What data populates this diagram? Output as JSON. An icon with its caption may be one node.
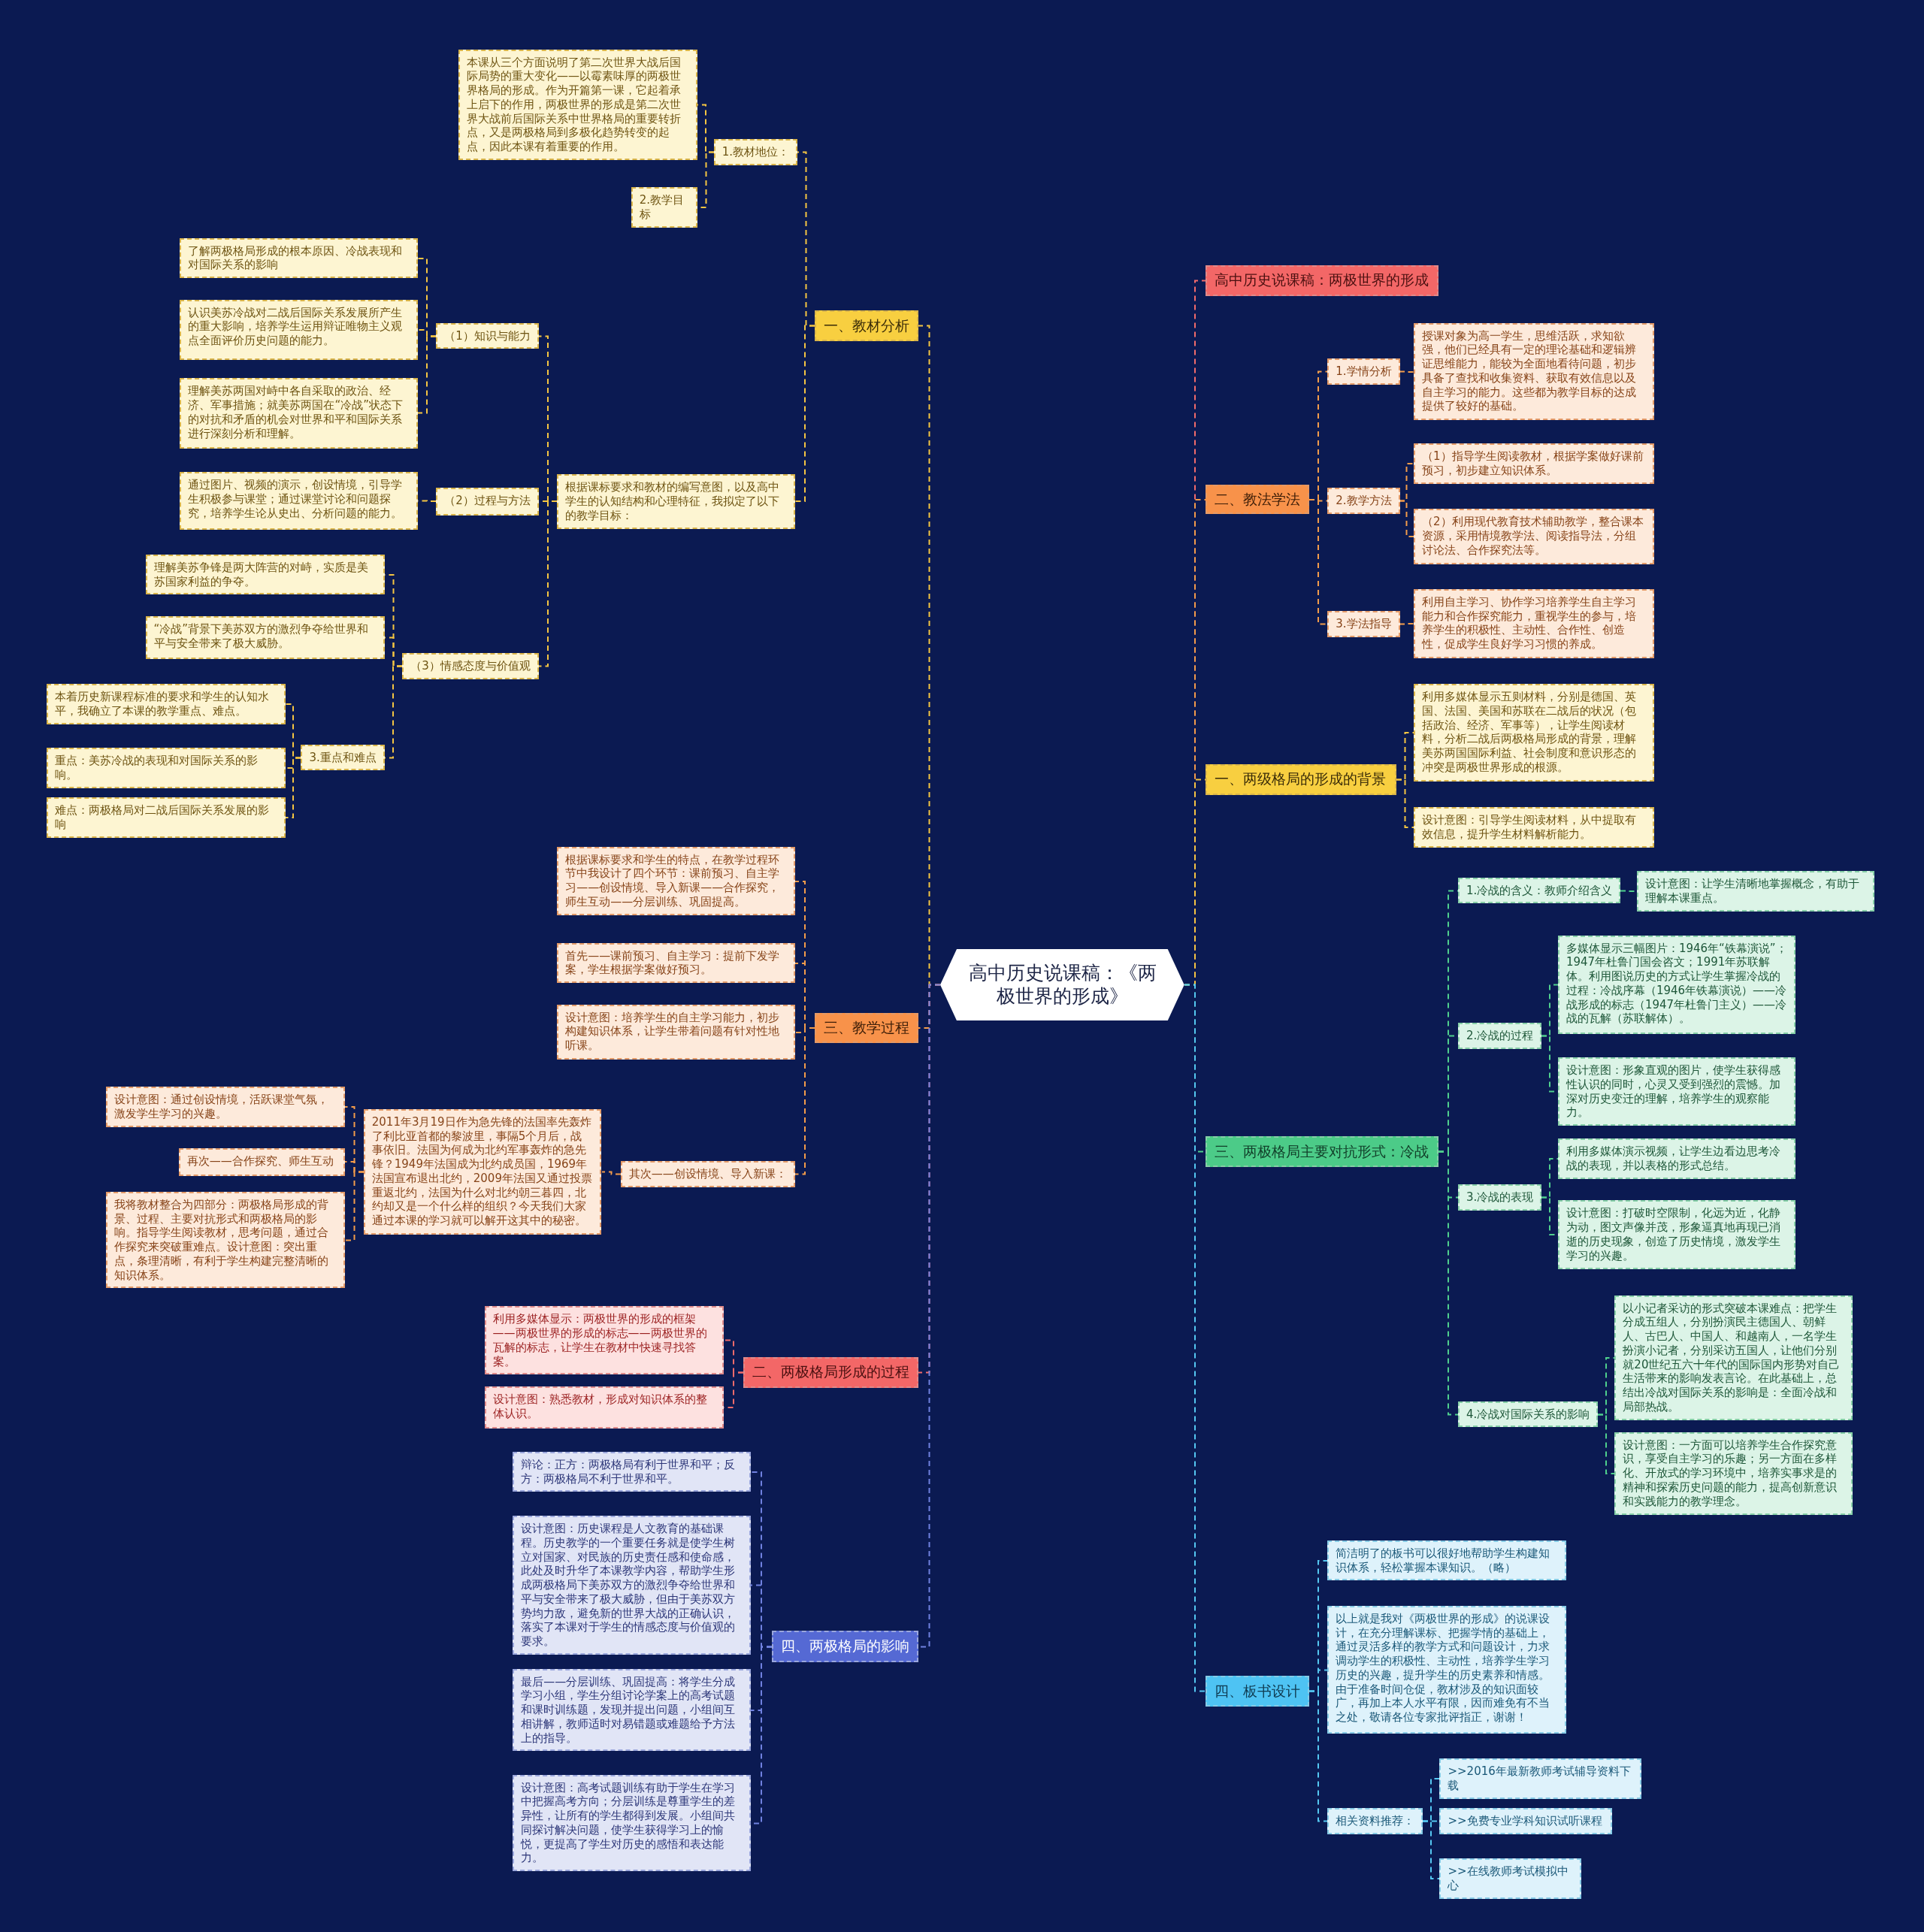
{
  "diagram": {
    "nodes": [
      {
        "text": [
          "高中历史说课稿：《两极世界的形成》"
        ]
      },
      {
        "text": [
          "一、教材分析"
        ]
      },
      {
        "text": [
          "1.教材地位："
        ]
      },
      {
        "text": [
          "本课从三个方面说明了第二次世界大战后国际局势的重大变化——以霉素味厚的两极世界格局的形成。作为开篇第一课，它起着承上启下的作用，两极世界的形成是第二次世界大战前后国际关系中世界格局的重要转折点，又是两极格局到多极化趋势转变的起点，因此本课有着重要的作用。"
        ]
      },
      {
        "text": [
          "2.教学目标"
        ]
      },
      {
        "text": [
          "根据课标要求和教材的编写意图，以及高中学生的认知结构和心理特征，我拟定了以下的教学目标："
        ]
      },
      {
        "text": [
          "（1）知识与能力"
        ]
      },
      {
        "text": [
          "了解两极格局形成的根本原因、冷战表现和对国际关系的影响"
        ]
      },
      {
        "text": [
          "认识美苏冷战对二战后国际关系发展所产生的重大影响，培养学生运用辩证唯物主义观点全面评价历史问题的能力。"
        ]
      },
      {
        "text": [
          "理解美苏两国对峙中各自采取的政治、经济、军事措施；就美苏两国在“冷战”状态下的对抗和矛盾的机会对世界和平和国际关系进行深刻分析和理解。"
        ]
      },
      {
        "text": [
          "（2）过程与方法"
        ]
      },
      {
        "text": [
          "通过图片、视频的演示，创设情境，引导学生积极参与课堂；通过课堂讨论和问题探究，培养学生论从史出、分析问题的能力。"
        ]
      },
      {
        "text": [
          "（3）情感态度与价值观"
        ]
      },
      {
        "text": [
          "理解美苏争锋是两大阵营的对峙，实质是美苏国家利益的争夺。"
        ]
      },
      {
        "text": [
          "“冷战”背景下美苏双方的激烈争夺给世界和平与安全带来了极大威胁。"
        ]
      },
      {
        "text": [
          "3.重点和难点"
        ]
      },
      {
        "text": [
          "本着历史新课程标准的要求和学生的认知水平，我确立了本课的教学重点、难点。"
        ]
      },
      {
        "text": [
          "重点：美苏冷战的表现和对国际关系的影响。"
        ]
      },
      {
        "text": [
          "难点：两极格局对二战后国际关系发展的影响"
        ]
      },
      {
        "text": [
          "三、教学过程"
        ]
      },
      {
        "text": [
          "根据课标要求和学生的特点，在教学过程环节中我设计了四个环节：课前预习、自主学习——创设情境、导入新课——合作探究，师生互动——分层训练、巩固提高。"
        ]
      },
      {
        "text": [
          "首先——课前预习、自主学习：提前下发学案，学生根据学案做好预习。"
        ]
      },
      {
        "text": [
          "设计意图：培养学生的自主学习能力，初步构建知识体系，让学生带着问题有针对性地听课。"
        ]
      },
      {
        "text": [
          "其次——创设情境、导入新课："
        ]
      },
      {
        "text": [
          "2011年3月19日作为急先锋的法国率先轰炸了利比亚首都的黎波里，事隔5个月后，战事依旧。法国为何成为北约军事轰炸的急先锋？1949年法国成为北约成员国，1969年法国宣布退出北约，2009年法国又通过投票重返北约，法国为什么对北约朝三暮四，北约却又是一个什么样的组织？今天我们大家通过本课的学习就可以解开这其中的秘密。"
        ]
      },
      {
        "text": [
          "设计意图：通过创设情境，活跃课堂气氛，激发学生学习的兴趣。"
        ]
      },
      {
        "text": [
          "再次——合作探究、师生互动"
        ]
      },
      {
        "text": [
          "我将教材整合为四部分：两极格局形成的背景、过程、主要对抗形式和两极格局的影响。指导学生阅读教材，思考问题，通过合作探究来突破重难点。设计意图：突出重点，条理清晰，有利于学生构建完整清晰的知识体系。"
        ]
      },
      {
        "text": [
          "二、两极格局形成的过程"
        ]
      },
      {
        "text": [
          "利用多媒体显示：两极世界的形成的框架——两极世界的形成的标志——两极世界的瓦解的标志，让学生在教材中快速寻找答案。"
        ]
      },
      {
        "text": [
          "设计意图：熟悉教材，形成对知识体系的整体认识。"
        ]
      },
      {
        "text": [
          "四、两极格局的影响"
        ]
      },
      {
        "text": [
          "辩论：正方：两极格局有利于世界和平；反方：两极格局不利于世界和平。"
        ]
      },
      {
        "text": [
          "设计意图：历史课程是人文教育的基础课程。历史教学的一个重要任务就是使学生树立对国家、对民族的历史责任感和使命感，此处及时升华了本课教学内容，帮助学生形成两极格局下美苏双方的激烈争夺给世界和平与安全带来了极大威胁，但由于美苏双方势均力敌，避免新的世界大战的正确认识，落实了本课对于学生的情感态度与价值观的要求。"
        ]
      },
      {
        "text": [
          "最后——分层训练、巩固提高：将学生分成学习小组，学生分组讨论学案上的高考试题和课时训练题，发现并提出问题，小组间互相讲解，教师适时对易错题或难题给予方法上的指导。"
        ]
      },
      {
        "text": [
          "设计意图：高考试题训练有助于学生在学习中把握高考方向；分层训练是尊重学生的差异性，让所有的学生都得到发展。小组间共同探讨解决问题，使学生获得学习上的愉悦，更提高了学生对历史的感悟和表达能力。"
        ]
      },
      {
        "text": [
          "高中历史说课稿：两极世界的形成"
        ]
      },
      {
        "text": [
          "二、教法学法"
        ]
      },
      {
        "text": [
          "1.学情分析"
        ]
      },
      {
        "text": [
          "授课对象为高一学生，思维活跃，求知欲强，他们已经具有一定的理论基础和逻辑辨证思维能力，能较为全面地看待问题，初步具备了查找和收集资料、获取有效信息以及自主学习的能力。这些都为教学目标的达成提供了较好的基础。"
        ]
      },
      {
        "text": [
          "2.教学方法"
        ]
      },
      {
        "text": [
          "（1）指导学生阅读教材，根据学案做好课前预习，初步建立知识体系。"
        ]
      },
      {
        "text": [
          "（2）利用现代教育技术辅助教学，整合课本资源，采用情境教学法、阅读指导法，分组讨论法、合作探究法等。"
        ]
      },
      {
        "text": [
          "3.学法指导"
        ]
      },
      {
        "text": [
          "利用自主学习、协作学习培养学生自主学习能力和合作探究能力，重视学生的参与，培养学生的积极性、主动性、合作性、创造性，促成学生良好学习习惯的养成。"
        ]
      },
      {
        "text": [
          "一、两级格局的形成的背景"
        ]
      },
      {
        "text": [
          "利用多媒体显示五则材料，分别是德国、英国、法国、美国和苏联在二战后的状况（包括政治、经济、军事等），让学生阅读材料，分析二战后两极格局形成的背景，理解美苏两国国际利益、社会制度和意识形态的冲突是两极世界形成的根源。"
        ]
      },
      {
        "text": [
          "设计意图：引导学生阅读材料，从中提取有效信息，提升学生材料解析能力。"
        ]
      },
      {
        "text": [
          "三、两极格局主要对抗形式：冷战"
        ]
      },
      {
        "text": [
          "1.冷战的含义：教师介绍含义"
        ]
      },
      {
        "text": [
          "设计意图：让学生清晰地掌握概念，有助于理解本课重点。"
        ]
      },
      {
        "text": [
          "2.冷战的过程"
        ]
      },
      {
        "text": [
          "多媒体显示三幅图片：1946年“铁幕演说”；1947年杜鲁门国会咨文；1991年苏联解体。利用图说历史的方式让学生掌握冷战的过程：冷战序幕（1946年铁幕演说）——冷战形成的标志（1947年杜鲁门主义）——冷战的瓦解（苏联解体）。"
        ]
      },
      {
        "text": [
          "设计意图：形象直观的图片，使学生获得感性认识的同时，心灵又受到强烈的震憾。加深对历史变迁的理解，培养学生的观察能力。"
        ]
      },
      {
        "text": [
          "3.冷战的表现"
        ]
      },
      {
        "text": [
          "利用多媒体演示视频，让学生边看边思考冷战的表现，并以表格的形式总结。"
        ]
      },
      {
        "text": [
          "设计意图：打破时空限制，化远为近，化静为动，图文声像并茂，形象逼真地再现已消逝的历史现象，创造了历史情境，激发学生学习的兴趣。"
        ]
      },
      {
        "text": [
          "4.冷战对国际关系的影响"
        ]
      },
      {
        "text": [
          "以小记者采访的形式突破本课难点：把学生分成五组人，分别扮演民主德国人、朝鲜人、古巴人、中国人、和越南人，一名学生扮演小记者，分别采访五国人，让他们分别就20世纪五六十年代的国际国内形势对自己生活带来的影响发表言论。在此基础上，总结出冷战对国际关系的影响是：全面冷战和局部热战。"
        ]
      },
      {
        "text": [
          "设计意图：一方面可以培养学生合作探究意识，享受自主学习的乐趣；另一方面在多样化、开放式的学习环境中，培养实事求是的精神和探索历史问题的能力，提高创新意识和实践能力的教学理念。"
        ]
      },
      {
        "text": [
          "四、板书设计"
        ]
      },
      {
        "text": [
          "简洁明了的板书可以很好地帮助学生构建知识体系，轻松掌握本课知识。（略）"
        ]
      },
      {
        "text": [
          "以上就是我对《两极世界的形成》的说课设计，在充分理解课标、把握学情的基础上，通过灵活多样的教学方式和问题设计，力求调动学生的积极性、主动性，培养学生学习历史的兴趣，提升学生的历史素养和情感。由于准备时间仓促，教材涉及的知识面较广，再加上本人水平有限，因而难免有不当之处，敬请各位专家批评指正，谢谢！"
        ]
      },
      {
        "text": [
          "相关资料推荐："
        ]
      },
      {
        "text": [
          ">>2016年最新教师考试辅导资料下载"
        ]
      },
      {
        "text": [
          ">>免费专业学科知识试听课程"
        ]
      },
      {
        "text": [
          ">>在线教师考试模拟中心"
        ]
      }
    ],
    "edges": [
      {
        "from": 0,
        "to": 1,
        "arrow": "none",
        "color": "#f5c542"
      },
      {
        "from": 1,
        "to": 2,
        "arrow": "none",
        "color": "#f5c542"
      },
      {
        "from": 2,
        "to": 3,
        "arrow": "none",
        "color": "#f5c542"
      },
      {
        "from": 2,
        "to": 4,
        "arrow": "none",
        "color": "#f5c542"
      },
      {
        "from": 1,
        "to": 5,
        "arrow": "none",
        "color": "#f5c542"
      },
      {
        "from": 5,
        "to": 6,
        "arrow": "none",
        "color": "#f5c542"
      },
      {
        "from": 6,
        "to": 7,
        "arrow": "none",
        "color": "#f5c542"
      },
      {
        "from": 6,
        "to": 8,
        "arrow": "none",
        "color": "#f5c542"
      },
      {
        "from": 6,
        "to": 9,
        "arrow": "none",
        "color": "#f5c542"
      },
      {
        "from": 5,
        "to": 10,
        "arrow": "none",
        "color": "#f5c542"
      },
      {
        "from": 10,
        "to": 11,
        "arrow": "none",
        "color": "#f5c542"
      },
      {
        "from": 5,
        "to": 12,
        "arrow": "none",
        "color": "#f5c542"
      },
      {
        "from": 12,
        "to": 13,
        "arrow": "none",
        "color": "#f5c542"
      },
      {
        "from": 12,
        "to": 14,
        "arrow": "none",
        "color": "#f5c542"
      },
      {
        "from": 12,
        "to": 15,
        "arrow": "none",
        "color": "#f5c542"
      },
      {
        "from": 15,
        "to": 16,
        "arrow": "none",
        "color": "#f5c542"
      },
      {
        "from": 15,
        "to": 17,
        "arrow": "none",
        "color": "#f5c542"
      },
      {
        "from": 15,
        "to": 18,
        "arrow": "none",
        "color": "#f5c542"
      },
      {
        "from": 0,
        "to": 19,
        "arrow": "none",
        "color": "#f39c4a"
      },
      {
        "from": 19,
        "to": 20,
        "arrow": "none",
        "color": "#f39c4a"
      },
      {
        "from": 19,
        "to": 21,
        "arrow": "none",
        "color": "#f39c4a"
      },
      {
        "from": 19,
        "to": 22,
        "arrow": "none",
        "color": "#f39c4a"
      },
      {
        "from": 19,
        "to": 23,
        "arrow": "none",
        "color": "#f39c4a"
      },
      {
        "from": 23,
        "to": 24,
        "arrow": "none",
        "color": "#f39c4a"
      },
      {
        "from": 24,
        "to": 25,
        "arrow": "none",
        "color": "#f39c4a"
      },
      {
        "from": 24,
        "to": 26,
        "arrow": "none",
        "color": "#f39c4a"
      },
      {
        "from": 24,
        "to": 27,
        "arrow": "none",
        "color": "#f39c4a"
      },
      {
        "from": 0,
        "to": 28,
        "arrow": "none",
        "color": "#f26b6b"
      },
      {
        "from": 28,
        "to": 29,
        "arrow": "none",
        "color": "#f26b6b"
      },
      {
        "from": 28,
        "to": 30,
        "arrow": "none",
        "color": "#f26b6b"
      },
      {
        "from": 0,
        "to": 31,
        "arrow": "none",
        "color": "#7081e0"
      },
      {
        "from": 31,
        "to": 32,
        "arrow": "none",
        "color": "#7081e0"
      },
      {
        "from": 31,
        "to": 33,
        "arrow": "none",
        "color": "#7081e0"
      },
      {
        "from": 31,
        "to": 34,
        "arrow": "none",
        "color": "#7081e0"
      },
      {
        "from": 31,
        "to": 35,
        "arrow": "none",
        "color": "#7081e0"
      },
      {
        "from": 0,
        "to": 36,
        "arrow": "none",
        "color": "#f26b6b"
      },
      {
        "from": 0,
        "to": 37,
        "arrow": "none",
        "color": "#f39c4a"
      },
      {
        "from": 37,
        "to": 38,
        "arrow": "none",
        "color": "#f39c4a"
      },
      {
        "from": 38,
        "to": 39,
        "arrow": "none",
        "color": "#f39c4a"
      },
      {
        "from": 37,
        "to": 40,
        "arrow": "none",
        "color": "#f39c4a"
      },
      {
        "from": 40,
        "to": 41,
        "arrow": "none",
        "color": "#f39c4a"
      },
      {
        "from": 40,
        "to": 42,
        "arrow": "none",
        "color": "#f39c4a"
      },
      {
        "from": 37,
        "to": 43,
        "arrow": "none",
        "color": "#f39c4a"
      },
      {
        "from": 43,
        "to": 44,
        "arrow": "none",
        "color": "#f39c4a"
      },
      {
        "from": 0,
        "to": 45,
        "arrow": "none",
        "color": "#f5c542"
      },
      {
        "from": 45,
        "to": 46,
        "arrow": "none",
        "color": "#f5c542"
      },
      {
        "from": 45,
        "to": 47,
        "arrow": "none",
        "color": "#f5c542"
      },
      {
        "from": 0,
        "to": 48,
        "arrow": "none",
        "color": "#4fd08d"
      },
      {
        "from": 48,
        "to": 49,
        "arrow": "none",
        "color": "#4fd08d"
      },
      {
        "from": 49,
        "to": 50,
        "arrow": "none",
        "color": "#4fd08d"
      },
      {
        "from": 48,
        "to": 51,
        "arrow": "none",
        "color": "#4fd08d"
      },
      {
        "from": 51,
        "to": 52,
        "arrow": "none",
        "color": "#4fd08d"
      },
      {
        "from": 51,
        "to": 53,
        "arrow": "none",
        "color": "#4fd08d"
      },
      {
        "from": 48,
        "to": 54,
        "arrow": "none",
        "color": "#4fd08d"
      },
      {
        "from": 54,
        "to": 55,
        "arrow": "none",
        "color": "#4fd08d"
      },
      {
        "from": 54,
        "to": 56,
        "arrow": "none",
        "color": "#4fd08d"
      },
      {
        "from": 48,
        "to": 57,
        "arrow": "none",
        "color": "#4fd08d"
      },
      {
        "from": 57,
        "to": 58,
        "arrow": "none",
        "color": "#4fd08d"
      },
      {
        "from": 57,
        "to": 59,
        "arrow": "none",
        "color": "#4fd08d"
      },
      {
        "from": 0,
        "to": 60,
        "arrow": "none",
        "color": "#55c8f2"
      },
      {
        "from": 60,
        "to": 61,
        "arrow": "none",
        "color": "#55c8f2"
      },
      {
        "from": 60,
        "to": 62,
        "arrow": "none",
        "color": "#55c8f2"
      },
      {
        "from": 60,
        "to": 63,
        "arrow": "none",
        "color": "#55c8f2"
      },
      {
        "from": 63,
        "to": 64,
        "arrow": "none",
        "color": "#55c8f2"
      },
      {
        "from": 63,
        "to": 65,
        "arrow": "none",
        "color": "#55c8f2"
      },
      {
        "from": 63,
        "to": 66,
        "arrow": "none",
        "color": "#55c8f2"
      }
    ]
  }
}
